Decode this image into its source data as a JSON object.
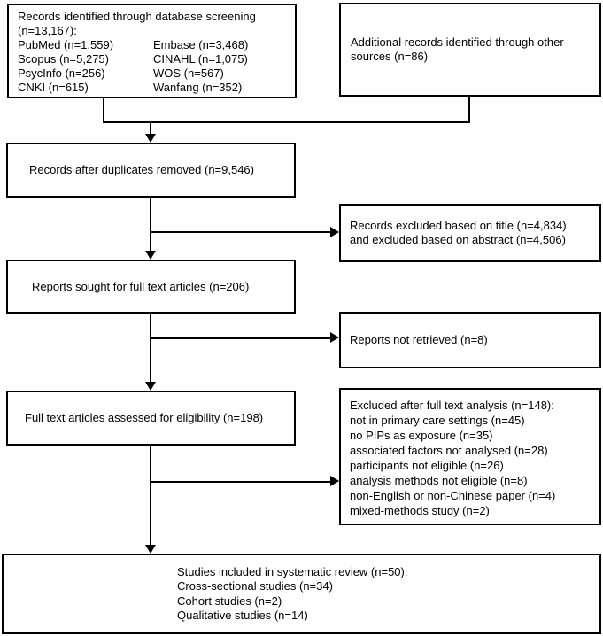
{
  "diagram": {
    "db_screening": {
      "line1": "Records identified through database screening",
      "line2": "(n=13,167):",
      "sources": [
        {
          "left": "PubMed (n=1,559)",
          "right": "Embase (n=3,468)"
        },
        {
          "left": "Scopus (n=5,275)",
          "right": "CINAHL (n=1,075)"
        },
        {
          "left": "PsycInfo (n=256)",
          "right": "WOS (n=567)"
        },
        {
          "left": "CNKI (n=615)",
          "right": "Wanfang (n=352)"
        }
      ]
    },
    "additional_records": "Additional records identified through other sources (n=86)",
    "after_duplicates": "Records after duplicates removed (n=9,546)",
    "records_excluded": {
      "line1": "Records excluded based on title (n=4,834)",
      "line2": "and excluded based on abstract (n=4,506)"
    },
    "reports_sought": "Reports sought for full text articles (n=206)",
    "reports_not_retrieved": "Reports not retrieved (n=8)",
    "full_text_assessed": "Full text articles assessed for eligibility (n=198)",
    "excluded_full_text": {
      "lines": [
        "Excluded after full text analysis (n=148):",
        "not in primary care settings (n=45)",
        "no PIPs as exposure (n=35)",
        "associated factors not analysed (n=28)",
        "participants not eligible (n=26)",
        "analysis methods not eligible (n=8)",
        "non-English or non-Chinese paper (n=4)",
        "mixed-methods study (n=2)"
      ]
    },
    "included": {
      "lines": [
        "Studies included in systematic review (n=50):",
        "Cross-sectional studies (n=34)",
        "Cohort studies (n=2)",
        "Qualitative studies (n=14)"
      ]
    },
    "colors": {
      "line": "#000000",
      "text": "#000000",
      "background": "#ffffff"
    }
  }
}
